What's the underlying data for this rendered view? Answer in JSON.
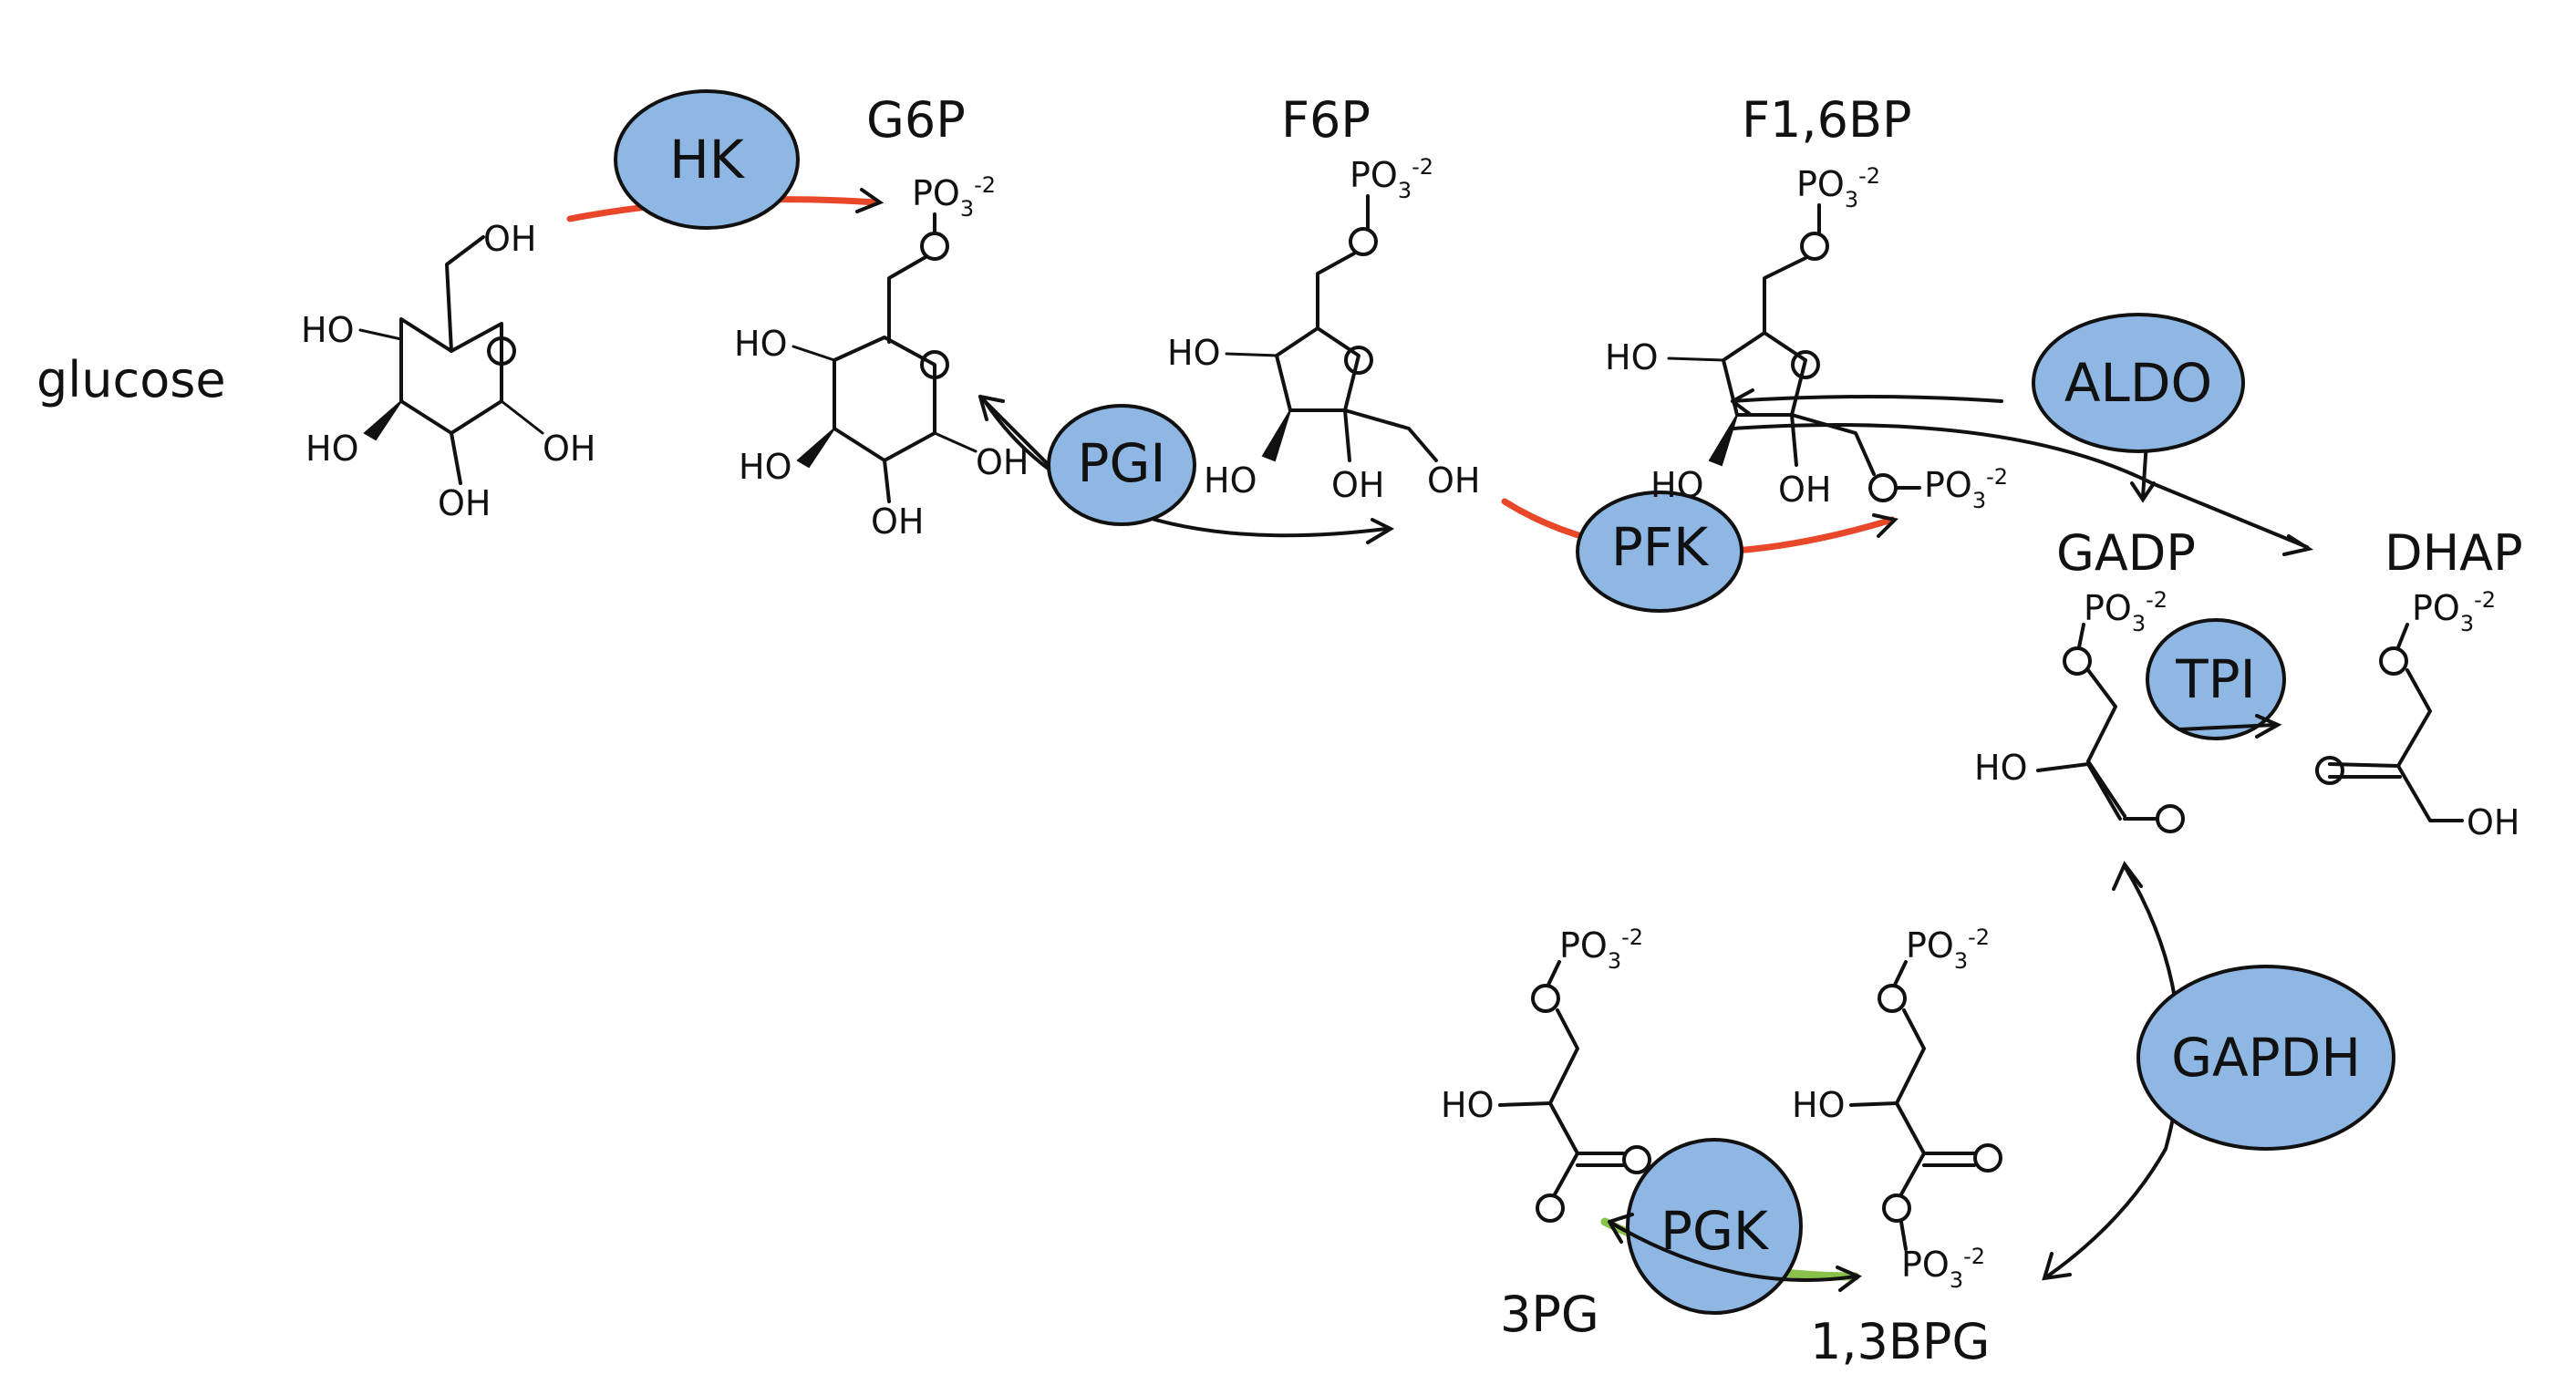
{
  "labels": {
    "glucose": "glucose",
    "g6p": "G6P",
    "f6p": "F6P",
    "f16bp": "F1,6BP",
    "gadp": "GADP",
    "dhap": "DHAP",
    "pg3": "3PG",
    "bpg13": "1,3BPG"
  },
  "enzymes": {
    "hk": "HK",
    "pgi": "PGI",
    "pfk": "PFK",
    "aldo": "ALDO",
    "tpi": "TPI",
    "gapdh": "GAPDH",
    "pgk": "PGK"
  },
  "groups": {
    "oh": "OH",
    "ho": "HO",
    "po3": "PO",
    "po3_sub": "3",
    "po3_charge": "-2"
  },
  "colors": {
    "enzyme_fill": "#8fb7e3",
    "irreversible_arrow": "#e8472a",
    "atp_generating_arrow": "#88c24a"
  }
}
